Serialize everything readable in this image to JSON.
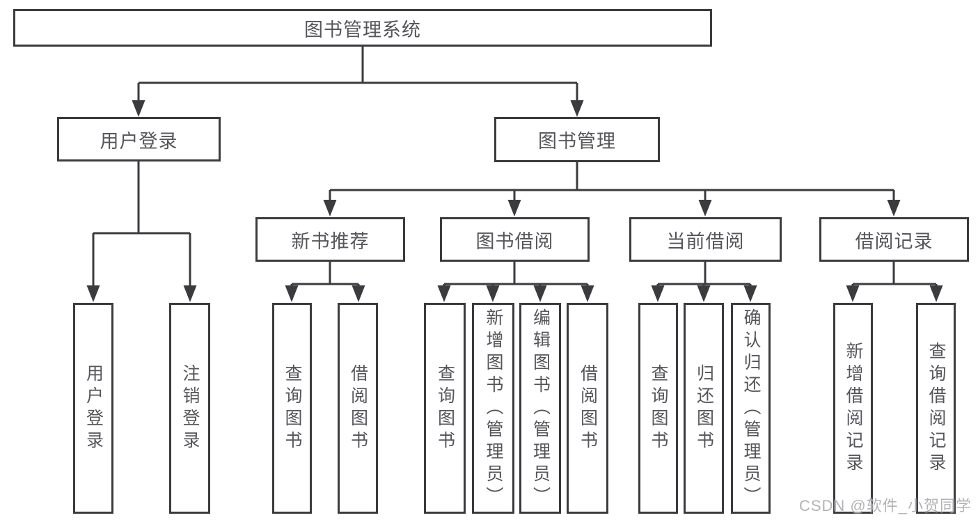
{
  "diagram_title": "图书管理系统",
  "nodes": {
    "root": "图书管理系统",
    "user_login": "用户登录",
    "book_management": "图书管理",
    "new_book_recommend": "新书推荐",
    "book_borrowing": "图书借阅",
    "current_borrowing": "当前借阅",
    "borrowing_records": "借阅记录",
    "leaf_user_login": "用户登录",
    "leaf_logout": "注销登录",
    "leaf_nbr_query_books": "查询图书",
    "leaf_nbr_borrow_books": "借阅图书",
    "leaf_bb_query_books": "查询图书",
    "leaf_bb_add_books": "新增图书（管理员）",
    "leaf_bb_edit_books": "编辑图书（管理员）",
    "leaf_bb_borrow_books": "借阅图书",
    "leaf_cb_query_books": "查询图书",
    "leaf_cb_return_books": "归还图书",
    "leaf_cb_confirm_return": "确认归还（管理员）",
    "leaf_br_add_record": "新增借阅记录",
    "leaf_br_query_record": "查询借阅记录"
  },
  "watermark": "CSDN @软件_小贺同学",
  "colors": {
    "line": "#3b3b3f",
    "box_border": "#3b3b3f",
    "text": "#55555b",
    "watermark": "#afafb2",
    "background": "#ffffff"
  }
}
